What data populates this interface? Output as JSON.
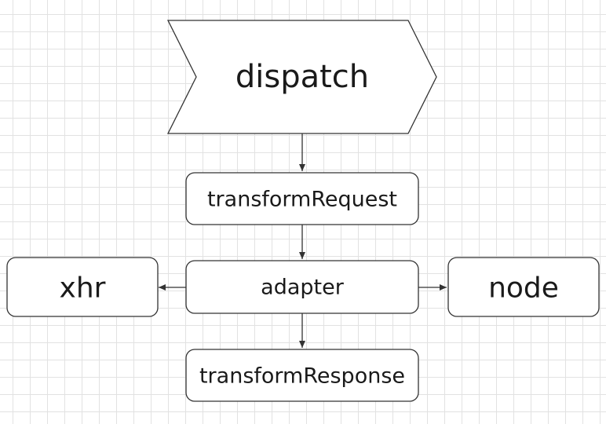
{
  "nodes": {
    "dispatch": "dispatch",
    "transform_request": "transformRequest",
    "adapter": "adapter",
    "xhr": "xhr",
    "node": "node",
    "transform_response": "transformResponse"
  },
  "edges": [
    {
      "from": "dispatch",
      "to": "transformRequest"
    },
    {
      "from": "transformRequest",
      "to": "adapter"
    },
    {
      "from": "adapter",
      "to": "xhr"
    },
    {
      "from": "adapter",
      "to": "node"
    },
    {
      "from": "adapter",
      "to": "transformResponse"
    }
  ],
  "colors": {
    "stroke": "#333333",
    "fill": "#ffffff",
    "grid": "#e2e2e2",
    "text": "#1a1a1a"
  }
}
